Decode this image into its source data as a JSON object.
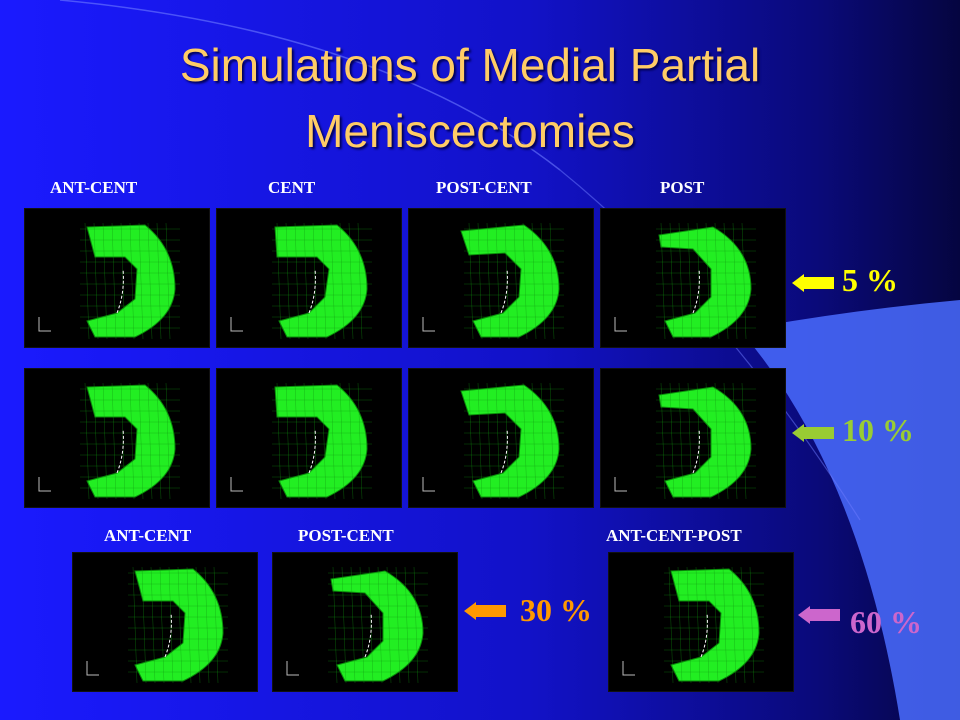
{
  "title_line1": "Simulations of Medial Partial",
  "title_line2": "Meniscectomies",
  "row1_labels": [
    "ANT-CENT",
    "CENT",
    "POST-CENT",
    "POST"
  ],
  "row3_labels": [
    "ANT-CENT",
    "POST-CENT",
    "ANT-CENT-POST"
  ],
  "percentages": {
    "p5": {
      "text": "5 %",
      "color": "#ffff00"
    },
    "p10": {
      "text": "10 %",
      "color": "#99cc33"
    },
    "p30": {
      "text": "30 %",
      "color": "#ff9900"
    },
    "p60": {
      "text": "60 %",
      "color": "#cc66cc"
    }
  },
  "colors": {
    "mesh_green": "#22ee22",
    "title_color": "#ffcc66",
    "background": "#1414d0"
  }
}
